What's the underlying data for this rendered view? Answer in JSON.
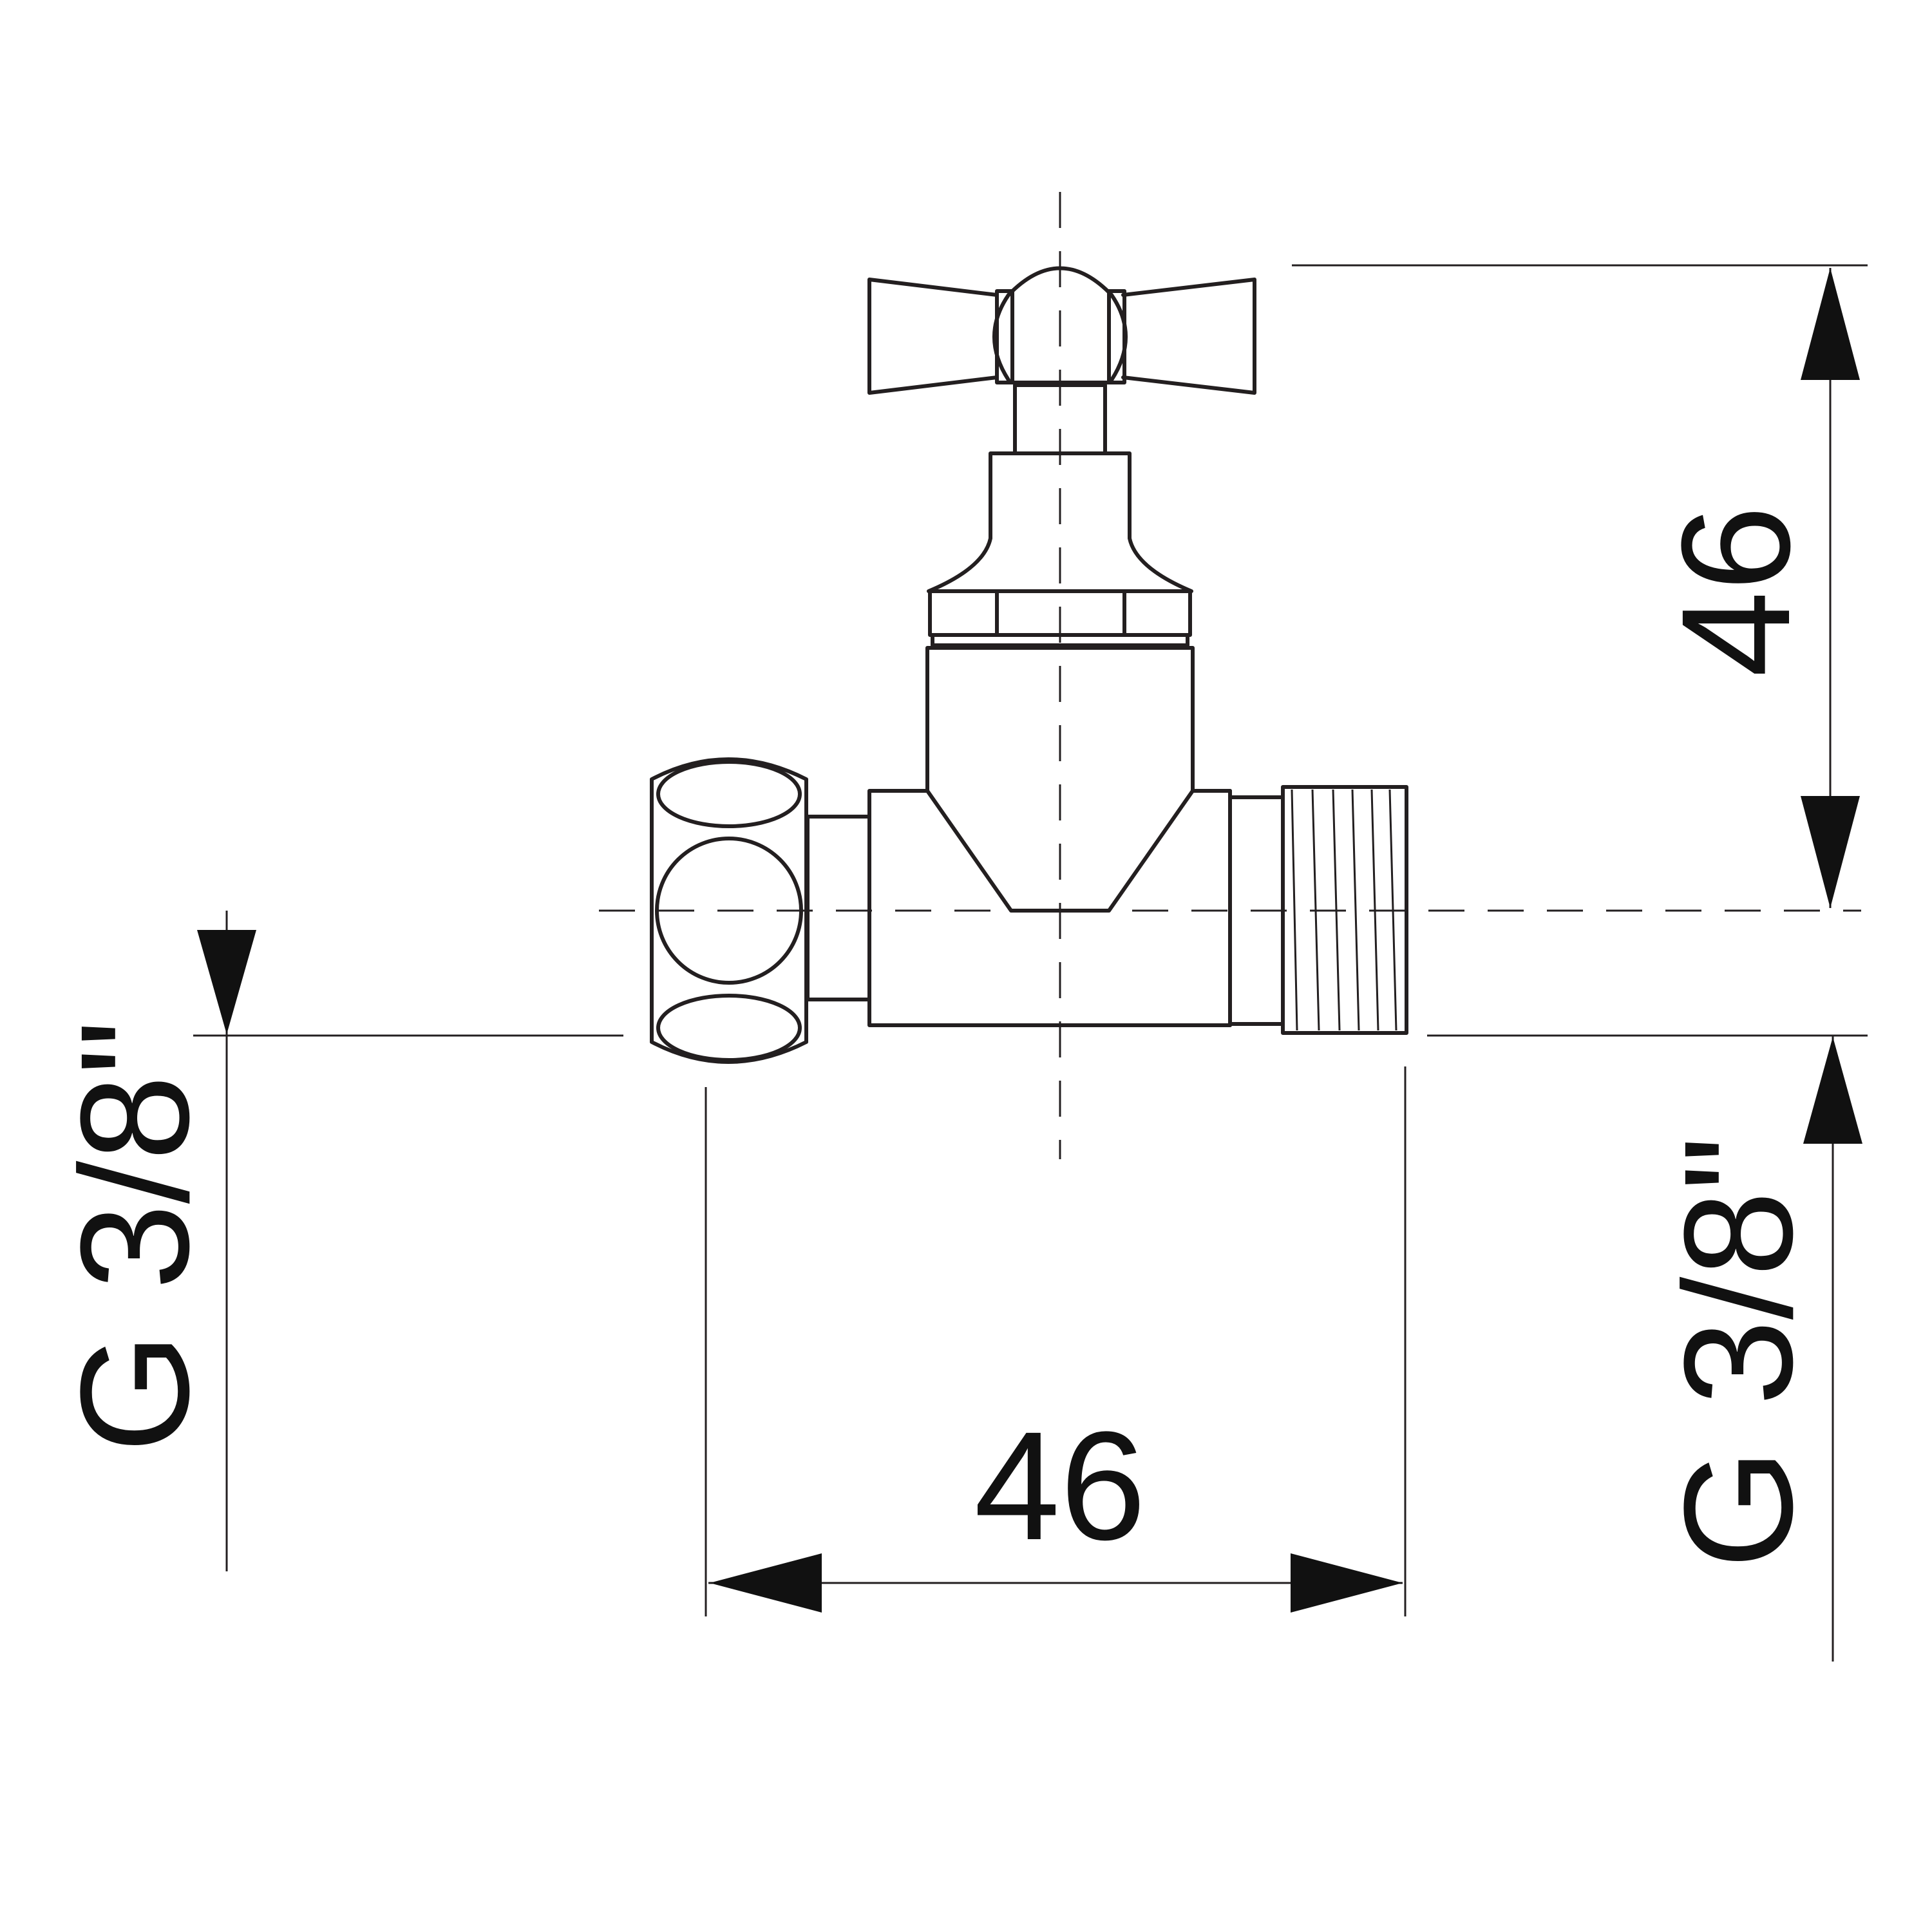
{
  "dimensions": {
    "body_width": "46",
    "spindle_height": "46",
    "inlet_thread": "G 3/8\"",
    "outlet_thread": "G 3/8\""
  },
  "colors": {
    "line": "#231f20",
    "arrow": "#111111",
    "background": "#ffffff"
  }
}
